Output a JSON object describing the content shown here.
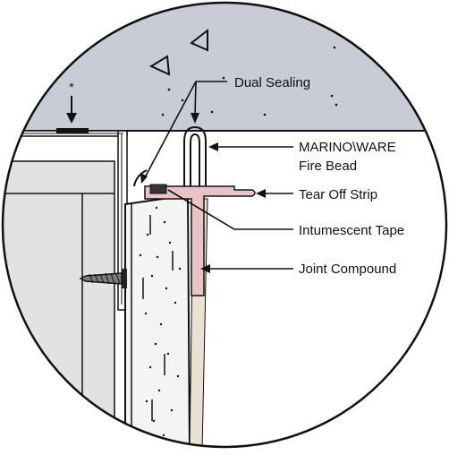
{
  "diagram": {
    "labels": {
      "dual_sealing": "Dual Sealing",
      "marinoware_line1": "MARINO\\WARE",
      "marinoware_line2": "Fire Bead",
      "tear_off_strip": "Tear Off Strip",
      "intumescent_tape": "Intumescent Tape",
      "joint_compound": "Joint Compound",
      "asterisk": "*"
    },
    "colors": {
      "concrete_deck": "#c9ccd6",
      "wallboard": "#e2e2e2",
      "stud": "#d2d2d2",
      "tear_off_strip": "#e8c4c6",
      "joint_compound": "#e9e2d2",
      "intumescent_tape": "#333333",
      "outline": "#111111"
    },
    "icons": [
      "triangle-aggregate-icon",
      "screw-icon",
      "down-arrow-icon"
    ]
  }
}
